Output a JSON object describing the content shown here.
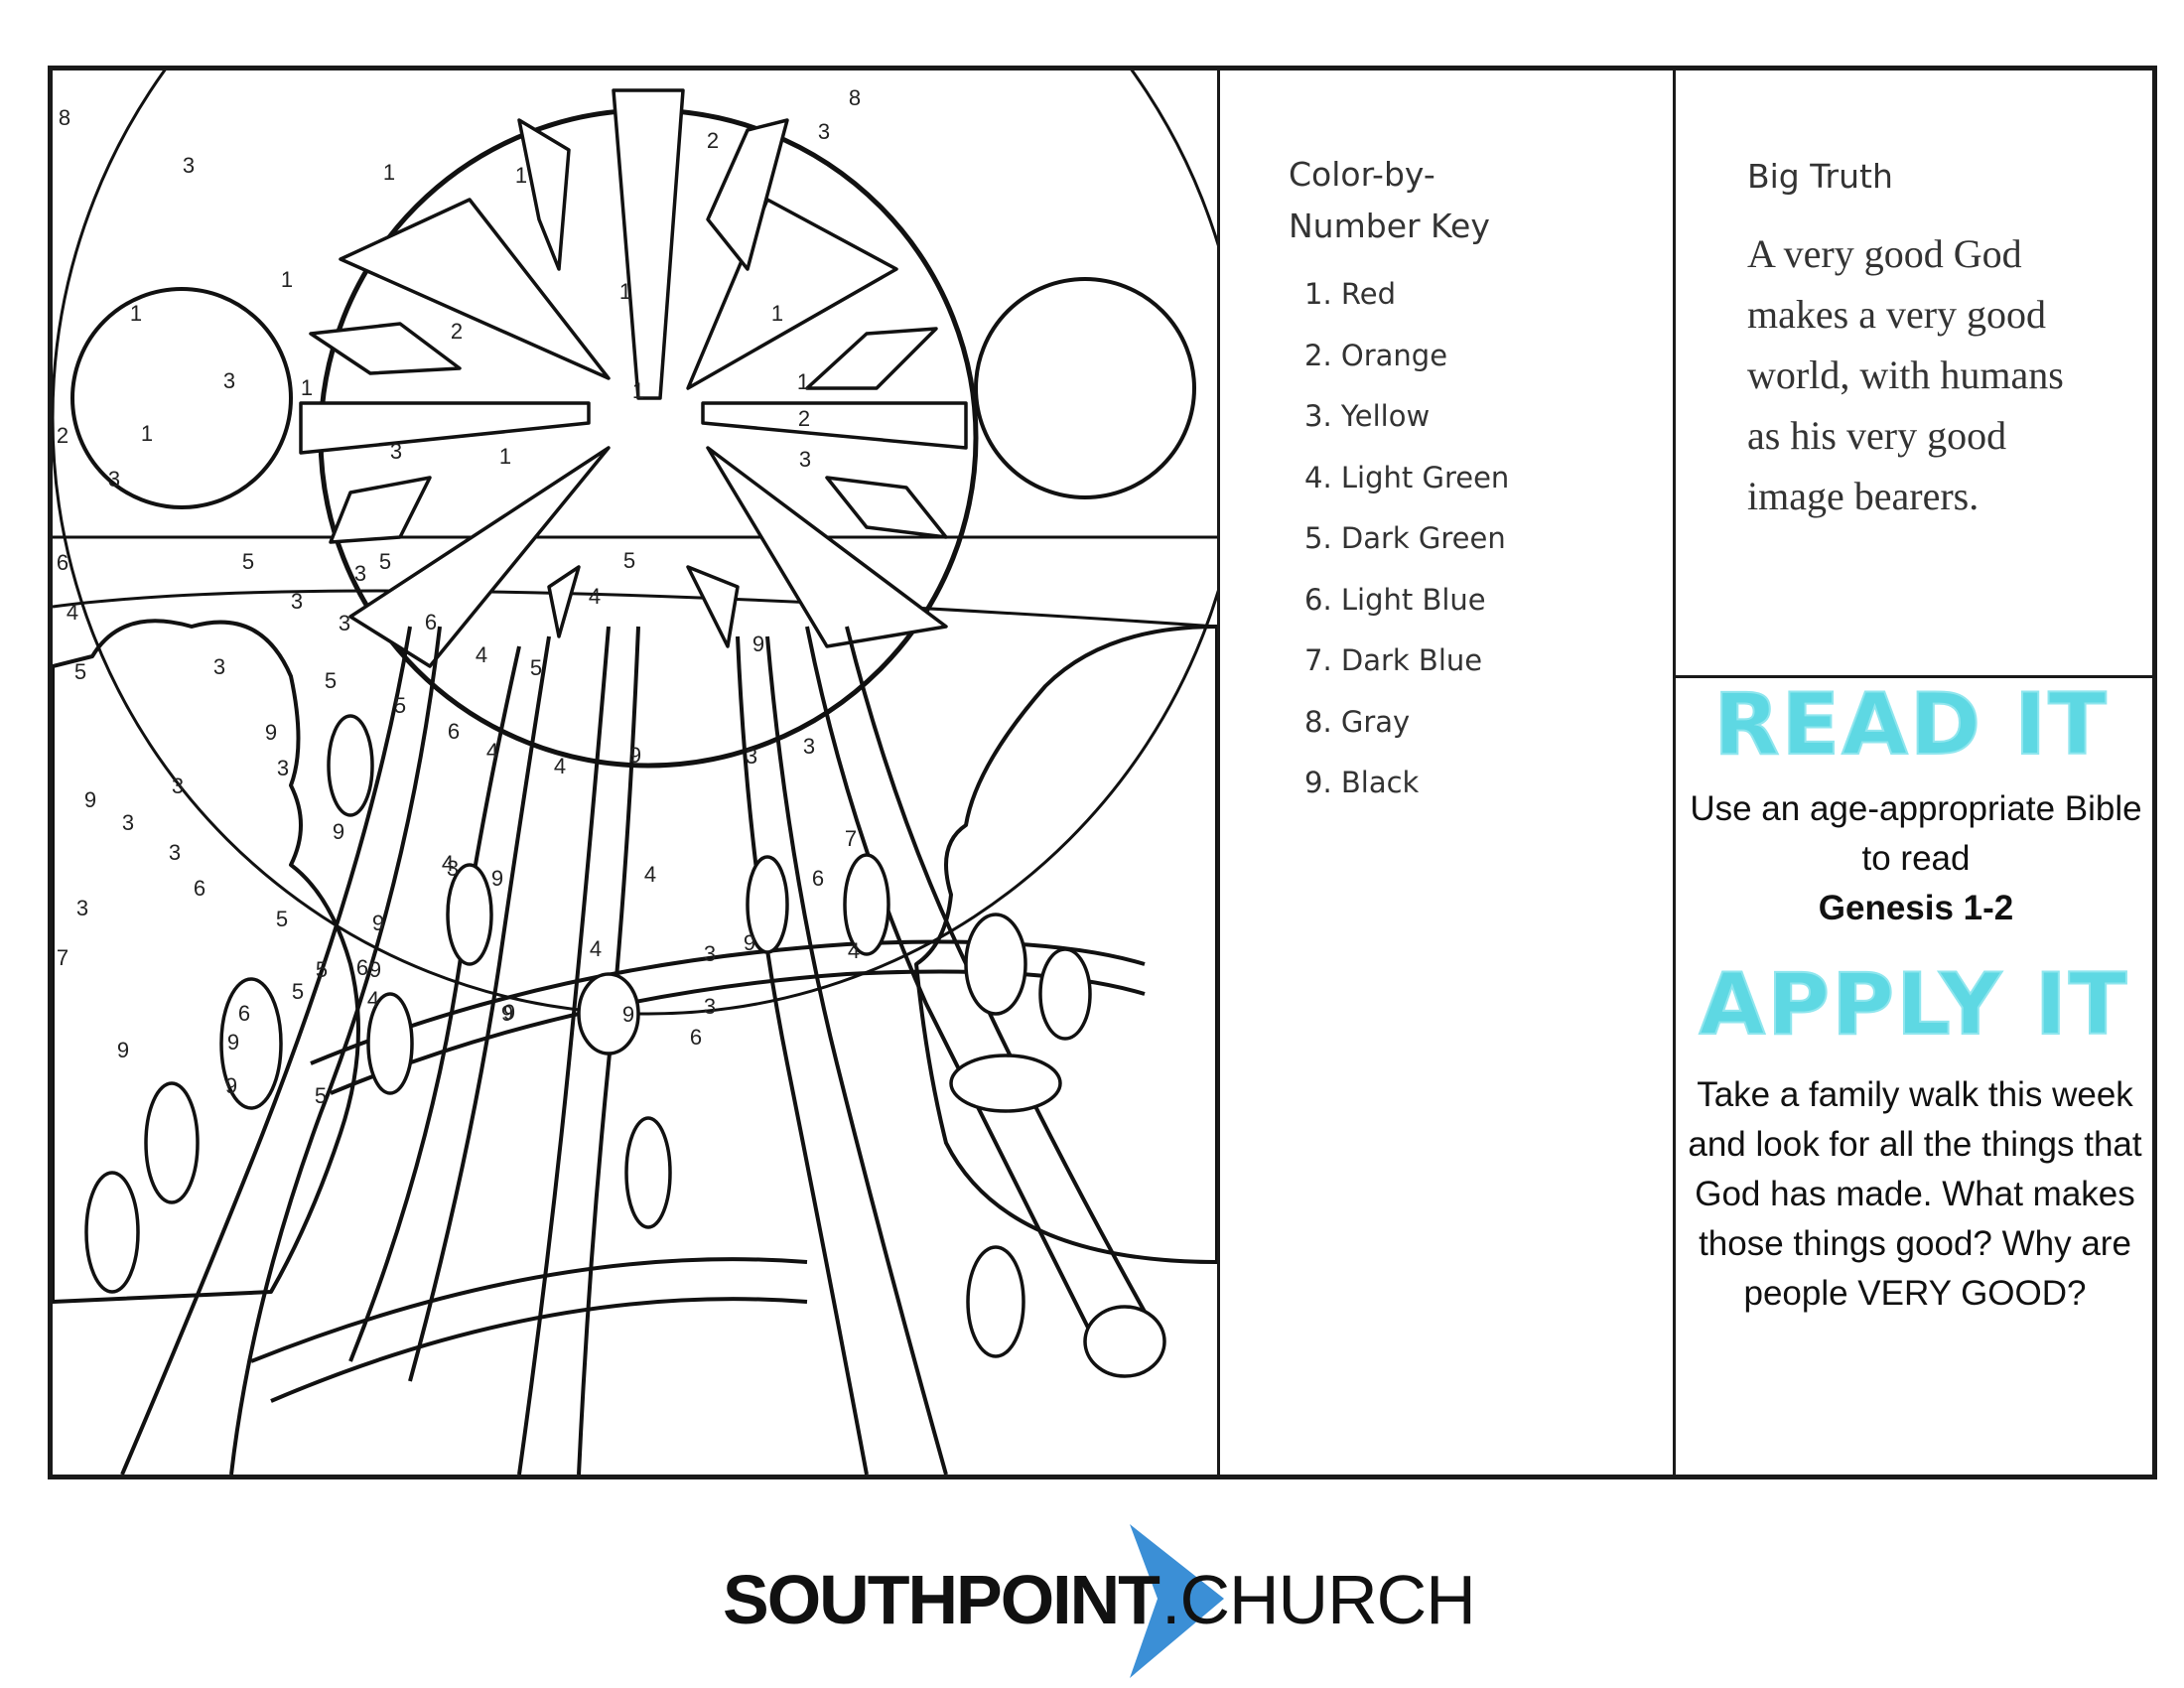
{
  "key": {
    "title": "Color-by-Number Key",
    "items": [
      "1. Red",
      "2. Orange",
      "3. Yellow",
      "4. Light Green",
      "5. Dark Green",
      "6. Light Blue",
      "7. Dark Blue",
      "8. Gray",
      "9. Black"
    ]
  },
  "big_truth": {
    "title": "Big Truth",
    "text": "A very good God makes a very good world, with humans as his very good image bearers."
  },
  "read_it": {
    "heading": "READ IT",
    "text": "Use an age-appropriate Bible to read",
    "reference": "Genesis 1-2"
  },
  "apply_it": {
    "heading": "APPLY IT",
    "text": "Take a family walk this week and look for all the things that God has made. What makes those things good? Why are people VERY GOOD?"
  },
  "logo": {
    "word1": "SOUTHPOINT",
    "word2": ".CHURCH",
    "accent_color": "#3b8fd6"
  },
  "illustration": {
    "region_numbers": [
      "8",
      "3",
      "2",
      "3",
      "8",
      "1",
      "1",
      "1",
      "1",
      "1",
      "1",
      "1",
      "2",
      "1",
      "3",
      "1",
      "1",
      "2",
      "1",
      "3",
      "2",
      "3",
      "3",
      "6",
      "4",
      "5",
      "5",
      "3",
      "3",
      "5",
      "3",
      "3",
      "5",
      "6",
      "4",
      "4",
      "9",
      "3",
      "4",
      "6",
      "4",
      "5",
      "5",
      "9",
      "3",
      "3",
      "9",
      "3",
      "3",
      "9",
      "6",
      "9",
      "3",
      "5",
      "9",
      "4",
      "9",
      "3",
      "9",
      "6",
      "4",
      "7",
      "7",
      "4",
      "4",
      "9",
      "3",
      "9",
      "5",
      "5",
      "9",
      "4",
      "3",
      "3",
      "5",
      "6",
      "9",
      "5",
      "6",
      "9",
      "9",
      "6",
      "9"
    ]
  }
}
